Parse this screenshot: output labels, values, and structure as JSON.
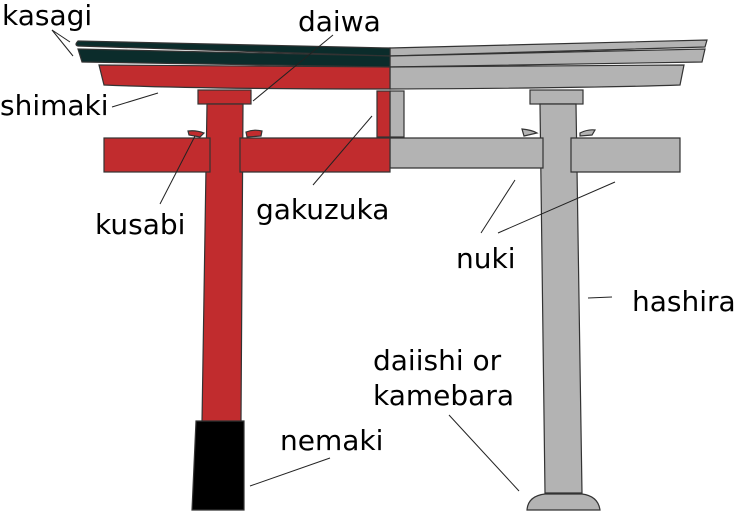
{
  "title": "Torii gate anatomy",
  "colors": {
    "red": "#c12c2e",
    "gray": "#b3b3b3",
    "dark": "#0b2c2b",
    "black": "#000000",
    "outline": "#333333"
  },
  "labels": {
    "kasagi": "kasagi",
    "daiwa": "daiwa",
    "shimaki": "shimaki",
    "kusabi": "kusabi",
    "gakuzuka": "gakuzuka",
    "nuki": "nuki",
    "hashira": "hashira",
    "daiishi_line1": "daiishi or",
    "daiishi_line2": "kamebara",
    "nemaki": "nemaki"
  }
}
